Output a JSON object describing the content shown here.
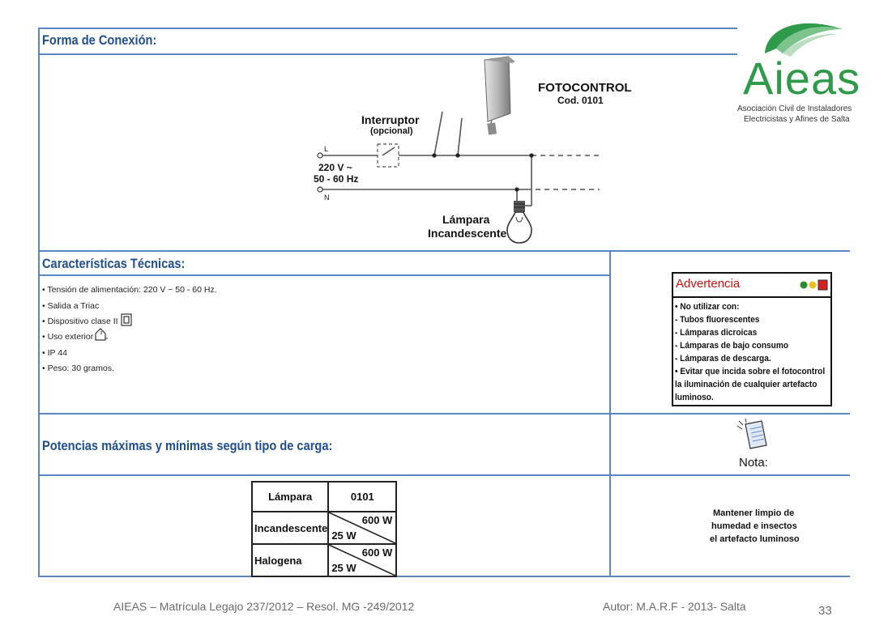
{
  "sections": {
    "connection_title": "Forma de Conexión:",
    "specs_title": "Características Técnicas:",
    "loads_title": "Potencias máximas y mínimas según tipo de carga:"
  },
  "diagram": {
    "device_name": "FOTOCONTROL",
    "device_code": "Cod. 0101",
    "switch_label": "Interruptor",
    "switch_optional": "(opcional)",
    "line_l": "L",
    "line_n": "N",
    "voltage": "220 V ~",
    "frequency": "50 - 60 Hz",
    "lamp_label_1": "Lámpara",
    "lamp_label_2": "Incandescente"
  },
  "specs": [
    "• Tensión de alimentación: 220 V ~ 50 - 60 Hz.",
    "• Salida a Triac",
    "• Dispositivo clase II",
    "• Uso exterior",
    "• IP 44",
    "• Peso: 30 gramos."
  ],
  "warning": {
    "title": "Advertencia",
    "lines": [
      "• No utilizar con:",
      "- Tubos fluorescentes",
      "- Lámparas dicroicas",
      "- Lámparas de bajo consumo",
      "- Lámparas de descarga.",
      "• Evitar que incida sobre el fotocontrol",
      "la iluminación de cualquier artefacto",
      "luminoso."
    ],
    "colors": {
      "green": "#2e8b2e",
      "yellow": "#e8c020",
      "red": "#d42020",
      "title": "#cc1111"
    }
  },
  "note": {
    "title": "Nota:",
    "lines": [
      "Mantener limpio de",
      "humedad e insectos",
      "el artefacto luminoso"
    ]
  },
  "load_table": {
    "header": [
      "Lámpara",
      "0101"
    ],
    "rows": [
      {
        "type": "Incandescente",
        "max": "600 W",
        "min": "25 W"
      },
      {
        "type": "Halogena",
        "max": "600 W",
        "min": "25 W"
      }
    ]
  },
  "logo": {
    "name": "Aieas",
    "subtitle_1": "Asociación Civil de Instaladores",
    "subtitle_2": "Electricistas y Afines de Salta",
    "color": "#2f9a4a"
  },
  "footer": {
    "left": "AIEAS – Matrícula Legajo 237/2012 – Resol. MG -249/2012",
    "right": "Autor: M.A.R.F - 2013- Salta",
    "page": "33"
  }
}
